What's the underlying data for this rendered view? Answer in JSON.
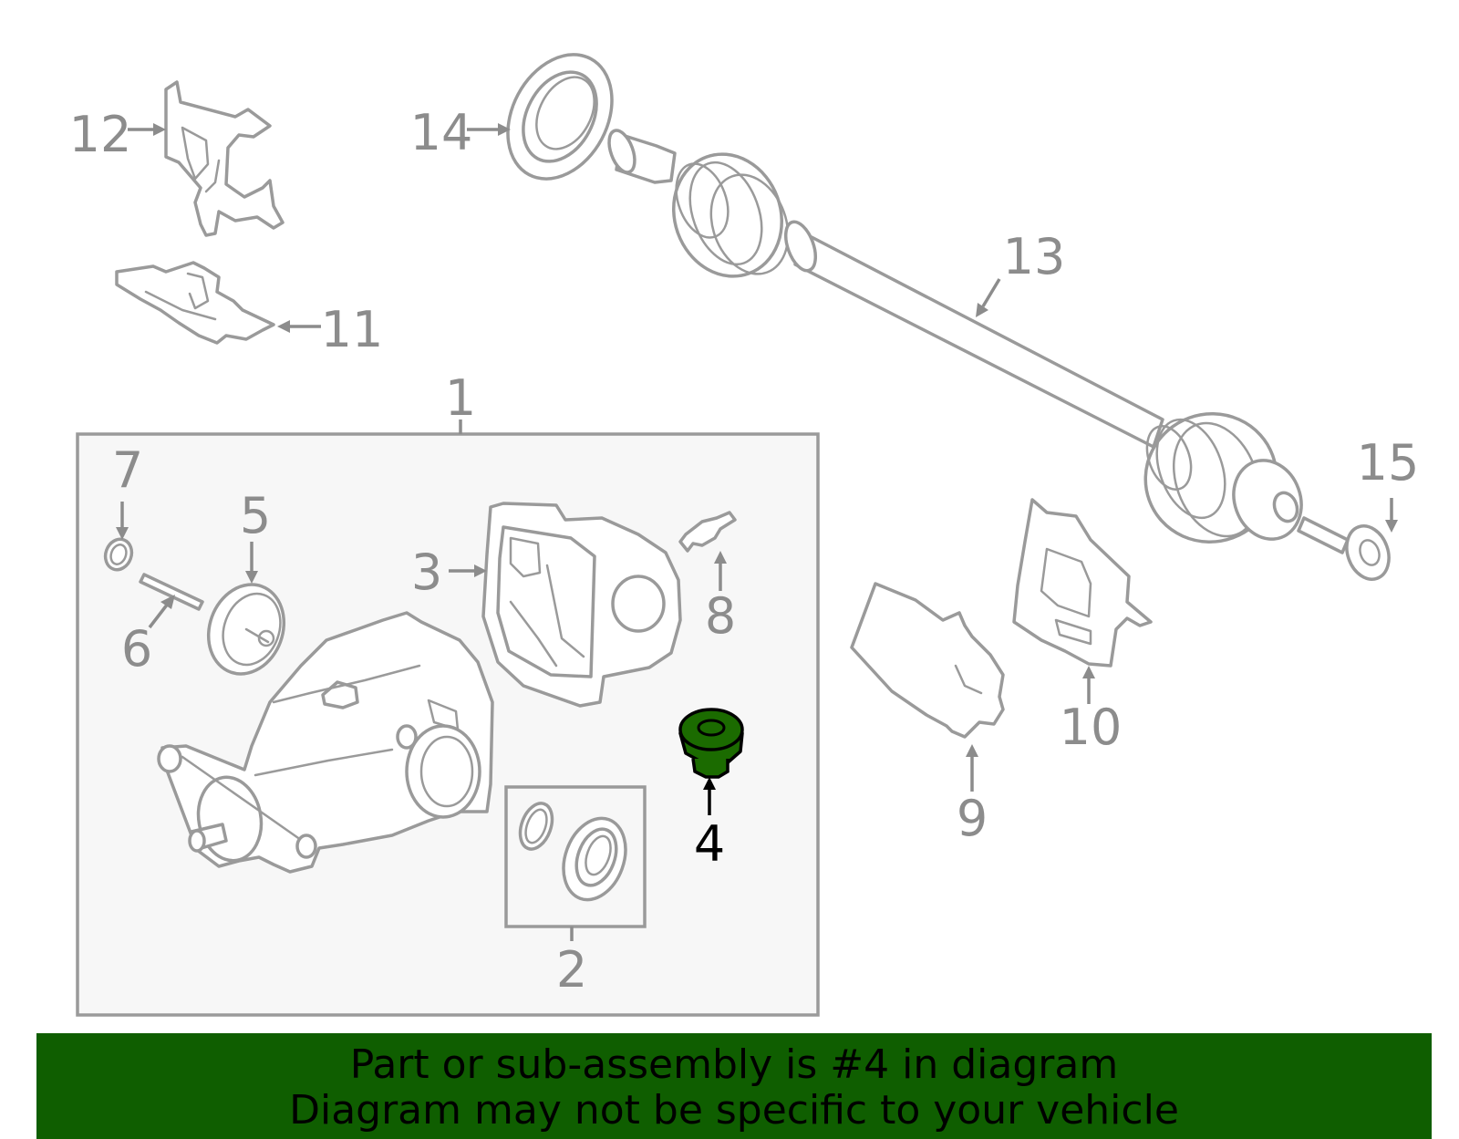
{
  "diagram": {
    "callouts": {
      "c1": "1",
      "c2": "2",
      "c3": "3",
      "c4": "4",
      "c5": "5",
      "c6": "6",
      "c7": "7",
      "c8": "8",
      "c9": "9",
      "c10": "10",
      "c11": "11",
      "c12": "12",
      "c13": "13",
      "c14": "14",
      "c15": "15"
    },
    "highlighted_part": "4",
    "colors": {
      "highlight": "#1b6b00",
      "banner": "#0f5e00",
      "line": "#9a9a9a",
      "box_fill": "#f7f7f7"
    }
  },
  "banner": {
    "line1": "Part or sub-assembly is #4 in diagram",
    "line2": "Diagram may not be specific to your vehicle"
  }
}
